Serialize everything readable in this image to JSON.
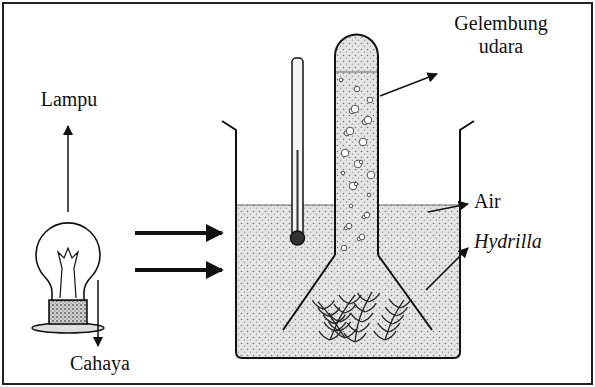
{
  "diagram": {
    "labels": [
      "Lampu",
      "Cahaya",
      "Gelembung udara",
      "Air",
      "Hydrilla"
    ]
  }
}
